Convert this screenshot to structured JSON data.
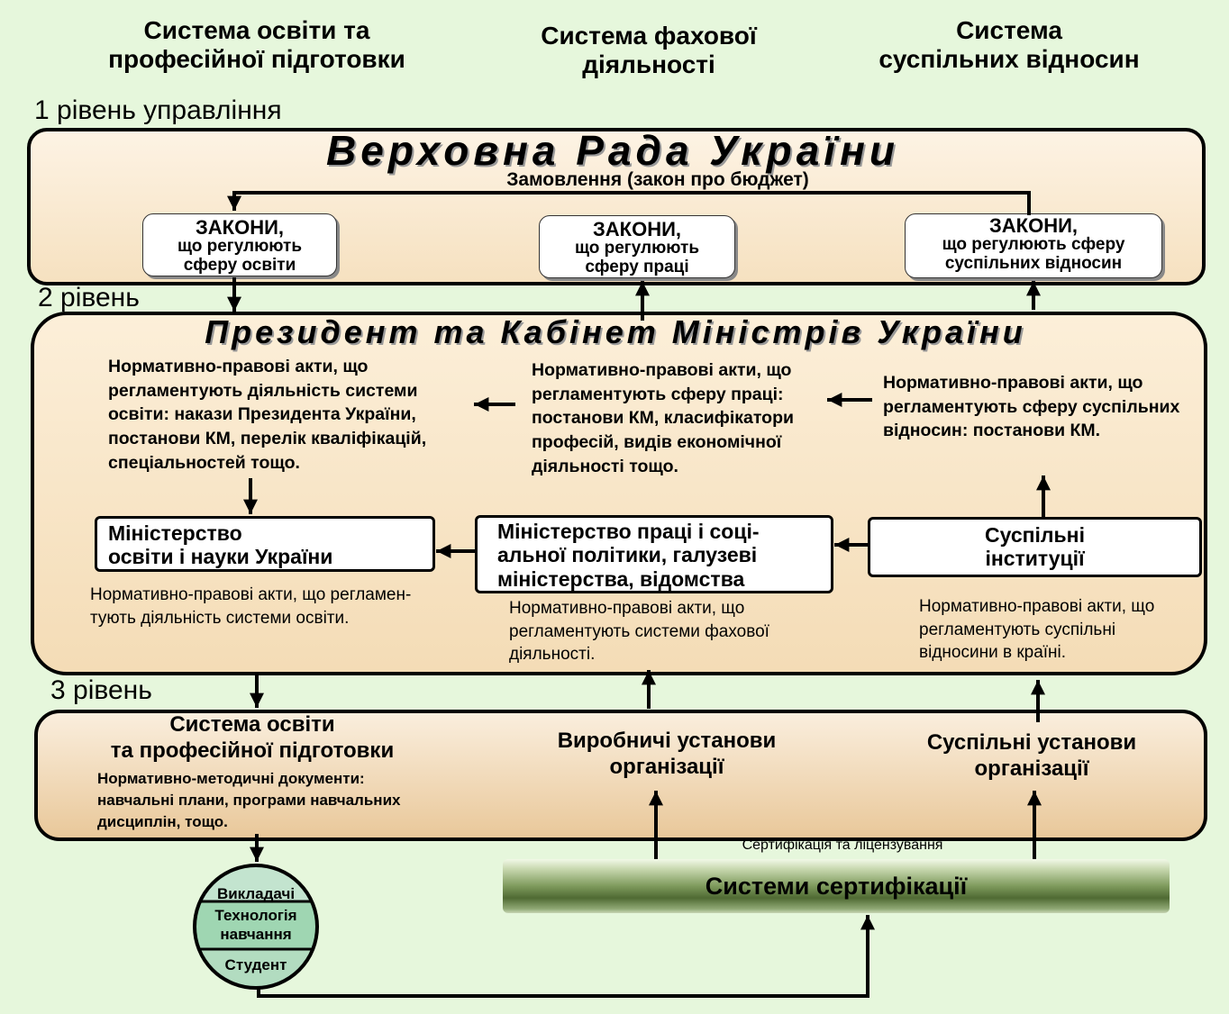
{
  "headers": {
    "education": "Система освіти та\nпрофесійної підготовки",
    "professional": "Система фахової\nдіяльності",
    "social": "Система\nсуспільних відносин"
  },
  "levels": {
    "level1": "1 рівень управління",
    "level2": "2 рівень",
    "level3": "3 рівень"
  },
  "level1": {
    "title": "Верховна Рада України",
    "order": "Замовлення (закон про бюджет)",
    "laws": [
      {
        "head": "ЗАКОНИ,",
        "line1": "що регулюють",
        "line2": "сферу освіти"
      },
      {
        "head": "ЗАКОНИ,",
        "line1": "що регулюють",
        "line2": "сферу праці"
      },
      {
        "head": "ЗАКОНИ,",
        "line1": "що регулюють сферу",
        "line2": "суспільних відносин"
      }
    ]
  },
  "level2": {
    "title": "Президент та Кабінет Міністрів України",
    "acts_education": "Нормативно-правові акти, що\nрегламентують діяльність системи\nосвіти: накази Президента України,\nпостанови КМ, перелік кваліфікацій,\nспеціальностей тощо.",
    "acts_labour": "Нормативно-правові акти, що\nрегламентують сферу праці:\nпостанови КМ, класифікатори\nпрофесій, видів економічної\nдіяльності  тощо.",
    "acts_social": "Нормативно-правові акти, що\nрегламентують сферу суспільних\nвідносин: постанови КМ.",
    "ministry_education": "Міністерство\nосвіти і науки України",
    "ministry_labour": "Міністерство праці і соці-\nальної політики, галузеві\nміністерства, відомства",
    "social_institutions": "Суспільні\nінституції",
    "sub_education": "Нормативно-правові акти, що регламен-\nтують діяльність системи освіти.",
    "sub_labour": "Нормативно-правові акти, що\nрегламентують системи фахової\nдіяльності.",
    "sub_social": "Нормативно-правові акти, що\nрегламентують суспільні\nвідносини в країні."
  },
  "level3": {
    "education_title": "Система освіти\nта професійної підготовки",
    "education_docs": "Нормативно-методичні документи:\nнавчальні плани, програми навчальних\nдисциплін, тощо.",
    "production": "Виробничі установи\nорганізації",
    "social": "Суспільні установи\nорганізації"
  },
  "cert_label": "Сертифікація та ліцензування",
  "cert_system": "Системи сертифікації",
  "circle": {
    "top": "Викладачі",
    "middle": "Технологія\nнавчання",
    "bottom": "Студент"
  }
}
